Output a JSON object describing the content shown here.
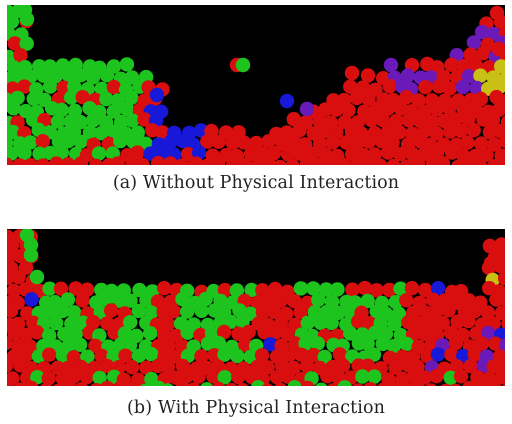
{
  "figure": {
    "panels": [
      {
        "id": "a",
        "caption": "(a) Without Physical Interaction"
      },
      {
        "id": "b",
        "caption": "(b) With Physical Interaction"
      }
    ],
    "particle_colors": {
      "red": "#d90f0f",
      "green": "#1ec41e",
      "blue": "#1818d8",
      "purple": "#6a1ab8",
      "yellow": "#c8c014"
    }
  }
}
